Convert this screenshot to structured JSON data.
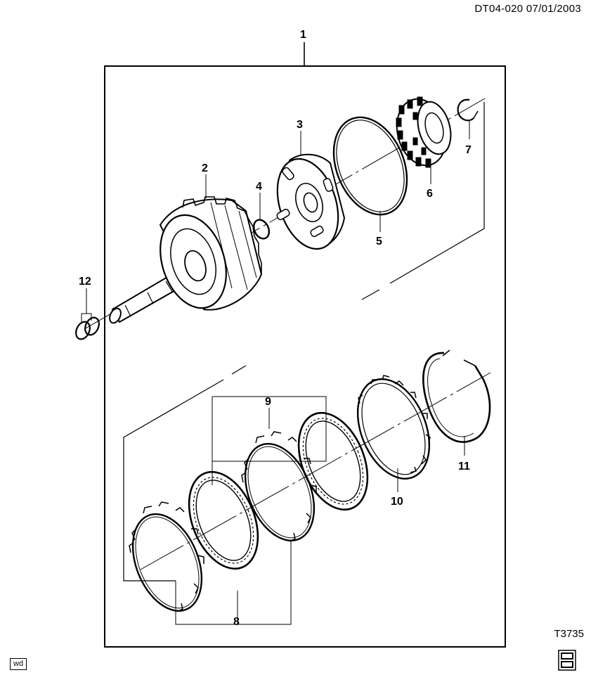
{
  "header": {
    "doc_id": "DT04-020  07/01/2003"
  },
  "figure_code": "T3735",
  "footer": {
    "wd_badge": "wd"
  },
  "callouts": {
    "c1": "1",
    "c2": "2",
    "c3": "3",
    "c4": "4",
    "c5": "5",
    "c6": "6",
    "c7": "7",
    "c8": "8",
    "c9": "9",
    "c10": "10",
    "c11": "11",
    "c12": "12"
  },
  "colors": {
    "ink": "#000000",
    "paper": "#ffffff"
  }
}
